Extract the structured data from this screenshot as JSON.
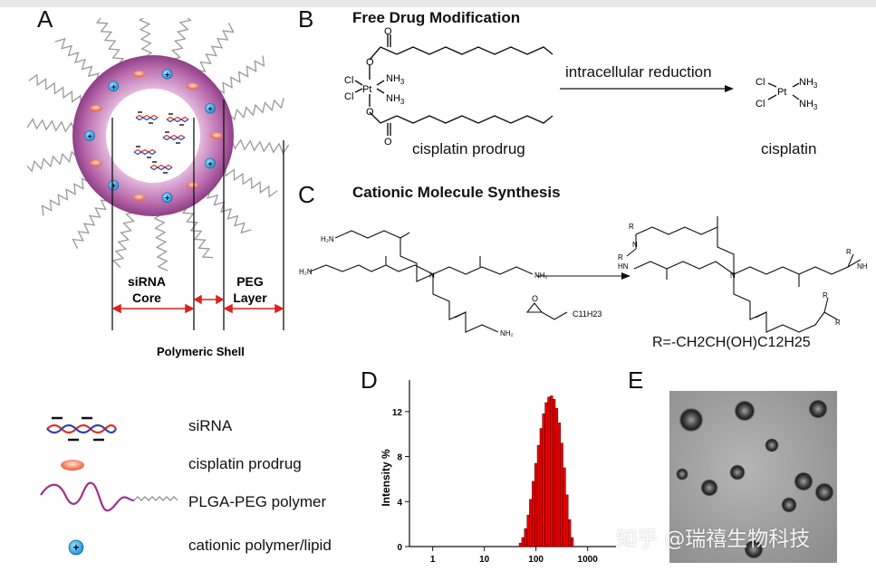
{
  "panels": {
    "a": {
      "letter": "A"
    },
    "b": {
      "letter": "B",
      "title": "Free Drug Modification"
    },
    "c": {
      "letter": "C",
      "title": "Cationic Molecule Synthesis"
    },
    "d": {
      "letter": "D"
    },
    "e": {
      "letter": "E"
    }
  },
  "panel_a": {
    "sirna_core": [
      "siRNA",
      "Core"
    ],
    "peg_layer": [
      "PEG",
      "Layer"
    ],
    "polymeric_shell": "Polymeric Shell"
  },
  "legend": {
    "items": [
      {
        "label": "siRNA",
        "icon": "sirna-icon"
      },
      {
        "label": "cisplatin prodrug",
        "icon": "prodrug-icon"
      },
      {
        "label": "PLGA-PEG polymer",
        "icon": "polymer-icon"
      },
      {
        "label": "cationic polymer/lipid",
        "icon": "cationic-icon"
      }
    ]
  },
  "panel_b": {
    "arrow_label": "intracellular reduction",
    "prodrug_label": "cisplatin prodrug",
    "product_label": "cisplatin",
    "atoms": {
      "cl": "Cl",
      "pt": "Pt",
      "nh3": "NH",
      "sub3": "3",
      "o": "O"
    }
  },
  "panel_c": {
    "r_formula": "R=-CH2CH(OH)C12H25",
    "reagent": "C11H23"
  },
  "chart_data": {
    "type": "bar",
    "ylabel": "Intensity %",
    "xscale": "log",
    "xticks": [
      "1",
      "10",
      "100",
      "1000"
    ],
    "yticks": [
      "0",
      "4",
      "8",
      "12"
    ],
    "ylim": [
      0,
      14
    ],
    "x": [
      50,
      56,
      63,
      71,
      79,
      89,
      100,
      112,
      126,
      141,
      158,
      178,
      200,
      224,
      251,
      282,
      316,
      355,
      398,
      447,
      501
    ],
    "values": [
      0.3,
      0.8,
      1.6,
      2.8,
      4.2,
      5.8,
      7.4,
      9.0,
      10.5,
      11.8,
      12.8,
      13.3,
      13.4,
      13.1,
      12.3,
      11.0,
      9.2,
      7.0,
      4.6,
      2.4,
      0.8
    ],
    "bar_color": "#e60000"
  },
  "watermark": "知乎 @瑞禧生物科技"
}
